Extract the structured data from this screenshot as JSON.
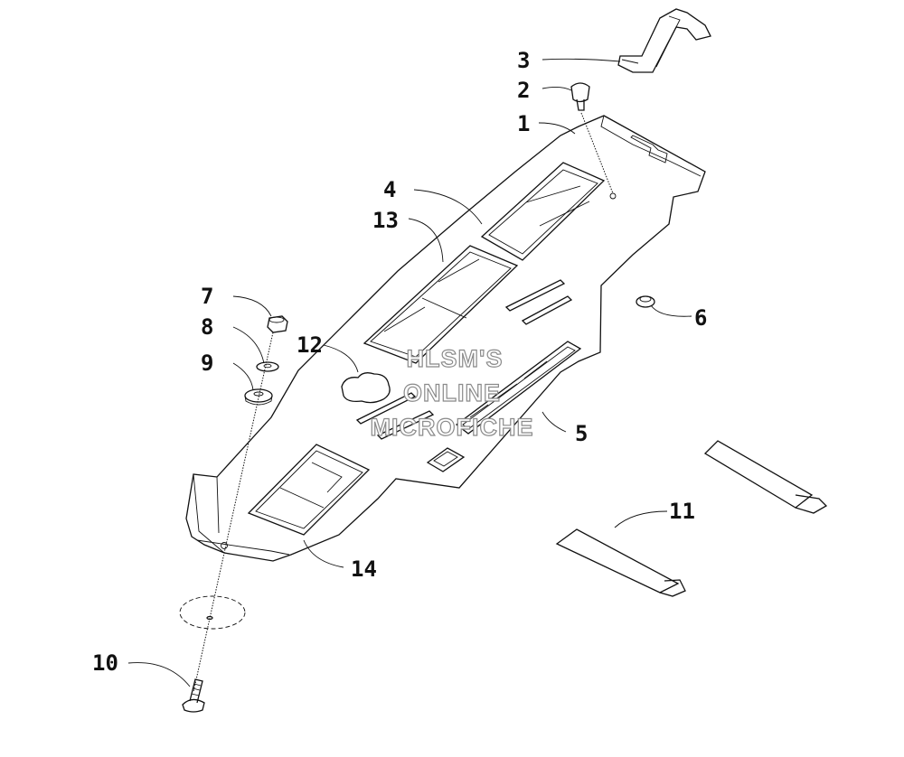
{
  "callouts": {
    "c1": "1",
    "c2": "2",
    "c3": "3",
    "c4": "4",
    "c5": "5",
    "c6": "6",
    "c7": "7",
    "c8": "8",
    "c9": "9",
    "c10": "10",
    "c11": "11",
    "c12": "12",
    "c13": "13",
    "c14": "14"
  },
  "watermark": {
    "line1": "HLSM'S",
    "line2": "ONLINE",
    "line3": "MICROFICHE"
  },
  "colors": {
    "ink": "#111111",
    "watermark_stroke": "#8a8a8a",
    "background": "#ffffff"
  }
}
